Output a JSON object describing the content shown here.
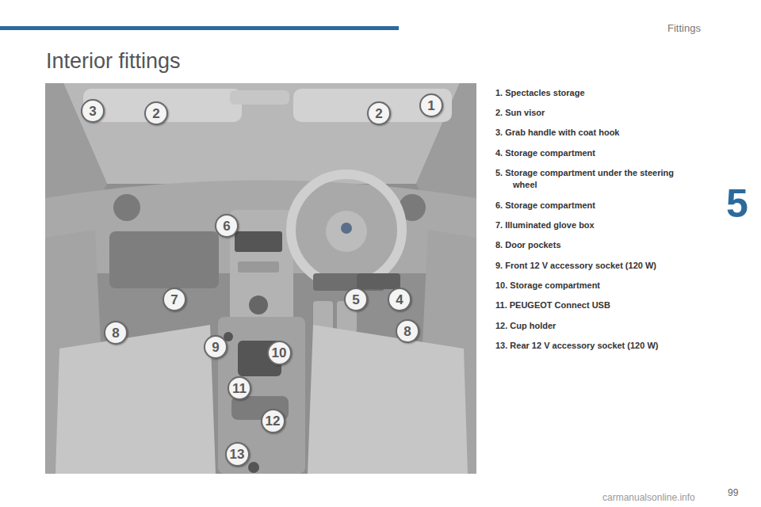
{
  "diagram": {
    "title": "Interior fittings",
    "nodes": [
      {
        "text": [
          "3"
        ]
      },
      {
        "text": [
          "2"
        ]
      },
      {
        "text": [
          "2"
        ]
      },
      {
        "text": [
          "1"
        ]
      },
      {
        "text": [
          "6"
        ]
      },
      {
        "text": [
          "7"
        ]
      },
      {
        "text": [
          "5"
        ]
      },
      {
        "text": [
          "4"
        ]
      },
      {
        "text": [
          "8"
        ]
      },
      {
        "text": [
          "8"
        ]
      },
      {
        "text": [
          "9"
        ]
      },
      {
        "text": [
          "10"
        ]
      },
      {
        "text": [
          "11"
        ]
      },
      {
        "text": [
          "12"
        ]
      },
      {
        "text": [
          "13"
        ]
      }
    ],
    "labels": [
      "Fittings",
      "5",
      "1. Spectacles storage",
      "2. Sun visor",
      "3. Grab handle with coat hook",
      "4. Storage compartment",
      "5. Storage compartment under the steering wheel",
      "6. Storage compartment",
      "7. Illuminated glove box",
      "8. Door pockets",
      "9. Front 12 V accessory socket (120 W)",
      "10. Storage compartment",
      "11. PEUGEOT Connect USB",
      "12. Cup holder",
      "13. Rear 12 V accessory socket (120 W)",
      "99",
      "carmanualsonline.info"
    ]
  }
}
